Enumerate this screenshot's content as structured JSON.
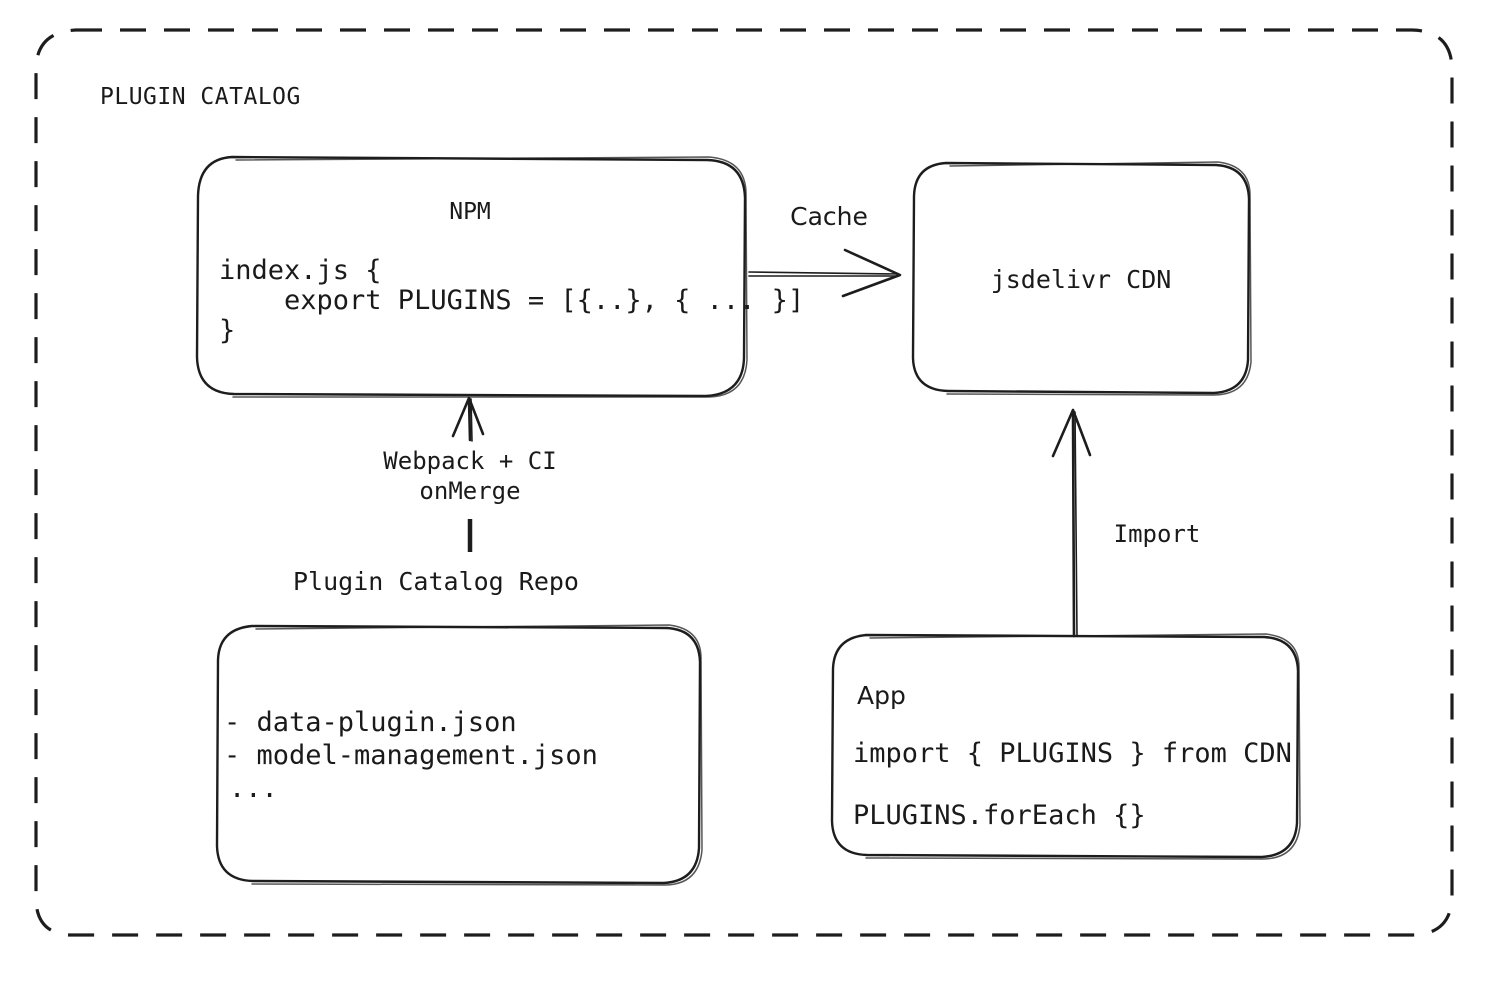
{
  "diagram": {
    "title": "PLUGIN CATALOG",
    "nodes": {
      "npm": {
        "title": "NPM",
        "code_lines": [
          "index.js {",
          "    export PLUGINS = [{..}, { ... }]",
          "}"
        ]
      },
      "cdn": {
        "title": "jsdelivr CDN"
      },
      "repo": {
        "caption": "Plugin Catalog Repo",
        "lines": [
          "- data-plugin.json",
          "- model-management.json",
          "..."
        ]
      },
      "app": {
        "title": "App",
        "code_lines": [
          "import { PLUGINS } from CDN",
          "PLUGINS.forEach {}"
        ]
      }
    },
    "edges": {
      "cache": {
        "label": "Cache"
      },
      "build": {
        "label_line1": "Webpack + CI",
        "label_line2": "onMerge"
      },
      "import": {
        "label": "Import"
      }
    },
    "colors": {
      "ink": "#1a1a1a",
      "stroke": "#1d1d1d",
      "background": "#ffffff"
    }
  }
}
